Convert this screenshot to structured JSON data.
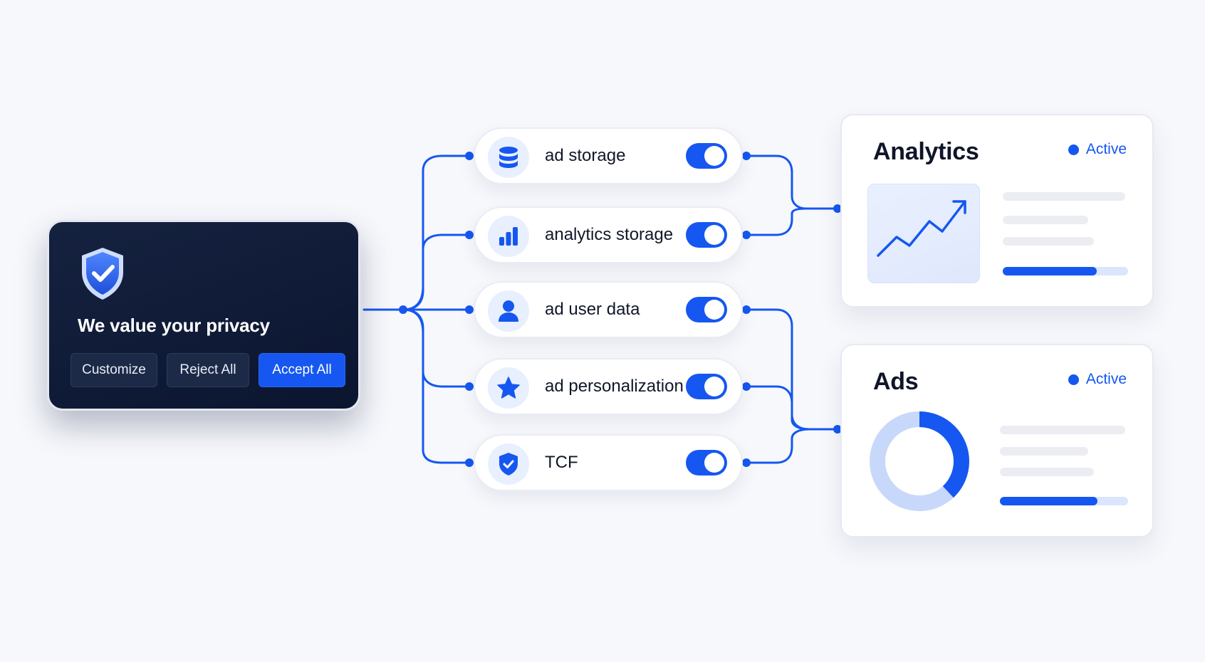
{
  "banner": {
    "title": "We value your privacy",
    "buttons": {
      "customize": "Customize",
      "reject": "Reject All",
      "accept": "Accept All"
    }
  },
  "consent_types": [
    {
      "label": "ad storage",
      "icon": "database-icon",
      "enabled": true
    },
    {
      "label": "analytics storage",
      "icon": "bar-chart-icon",
      "enabled": true
    },
    {
      "label": "ad user data",
      "icon": "user-icon",
      "enabled": true
    },
    {
      "label": "ad personalization",
      "icon": "star-icon",
      "enabled": true
    },
    {
      "label": "TCF",
      "icon": "shield-check-icon",
      "enabled": true
    }
  ],
  "destinations": {
    "analytics": {
      "title": "Analytics",
      "status": "Active",
      "progress": 0.75
    },
    "ads": {
      "title": "Ads",
      "status": "Active",
      "progress": 0.76,
      "donut_share": 0.38
    }
  },
  "colors": {
    "accent": "#1557f0",
    "accent_light": "#c8d8fa",
    "banner_bg": "#0f1b38",
    "background": "#f7f8fc"
  }
}
